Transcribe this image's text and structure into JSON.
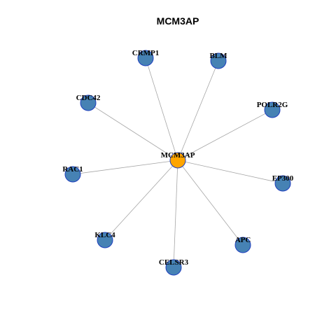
{
  "title": "MCM3AP",
  "colors": {
    "center_node": "#FFA500",
    "peripheral_node": "#4682B4",
    "node_border": "#1F3FBF",
    "edge": "#A6A6A6"
  },
  "network": {
    "center": {
      "label": "MCM3AP"
    },
    "neighbors": [
      {
        "label": "CRMP1"
      },
      {
        "label": "BLM"
      },
      {
        "label": "POLR2G"
      },
      {
        "label": "EP300"
      },
      {
        "label": "APC"
      },
      {
        "label": "CELSR3"
      },
      {
        "label": "KLC4"
      },
      {
        "label": "RAC1"
      },
      {
        "label": "CDC42"
      }
    ]
  }
}
